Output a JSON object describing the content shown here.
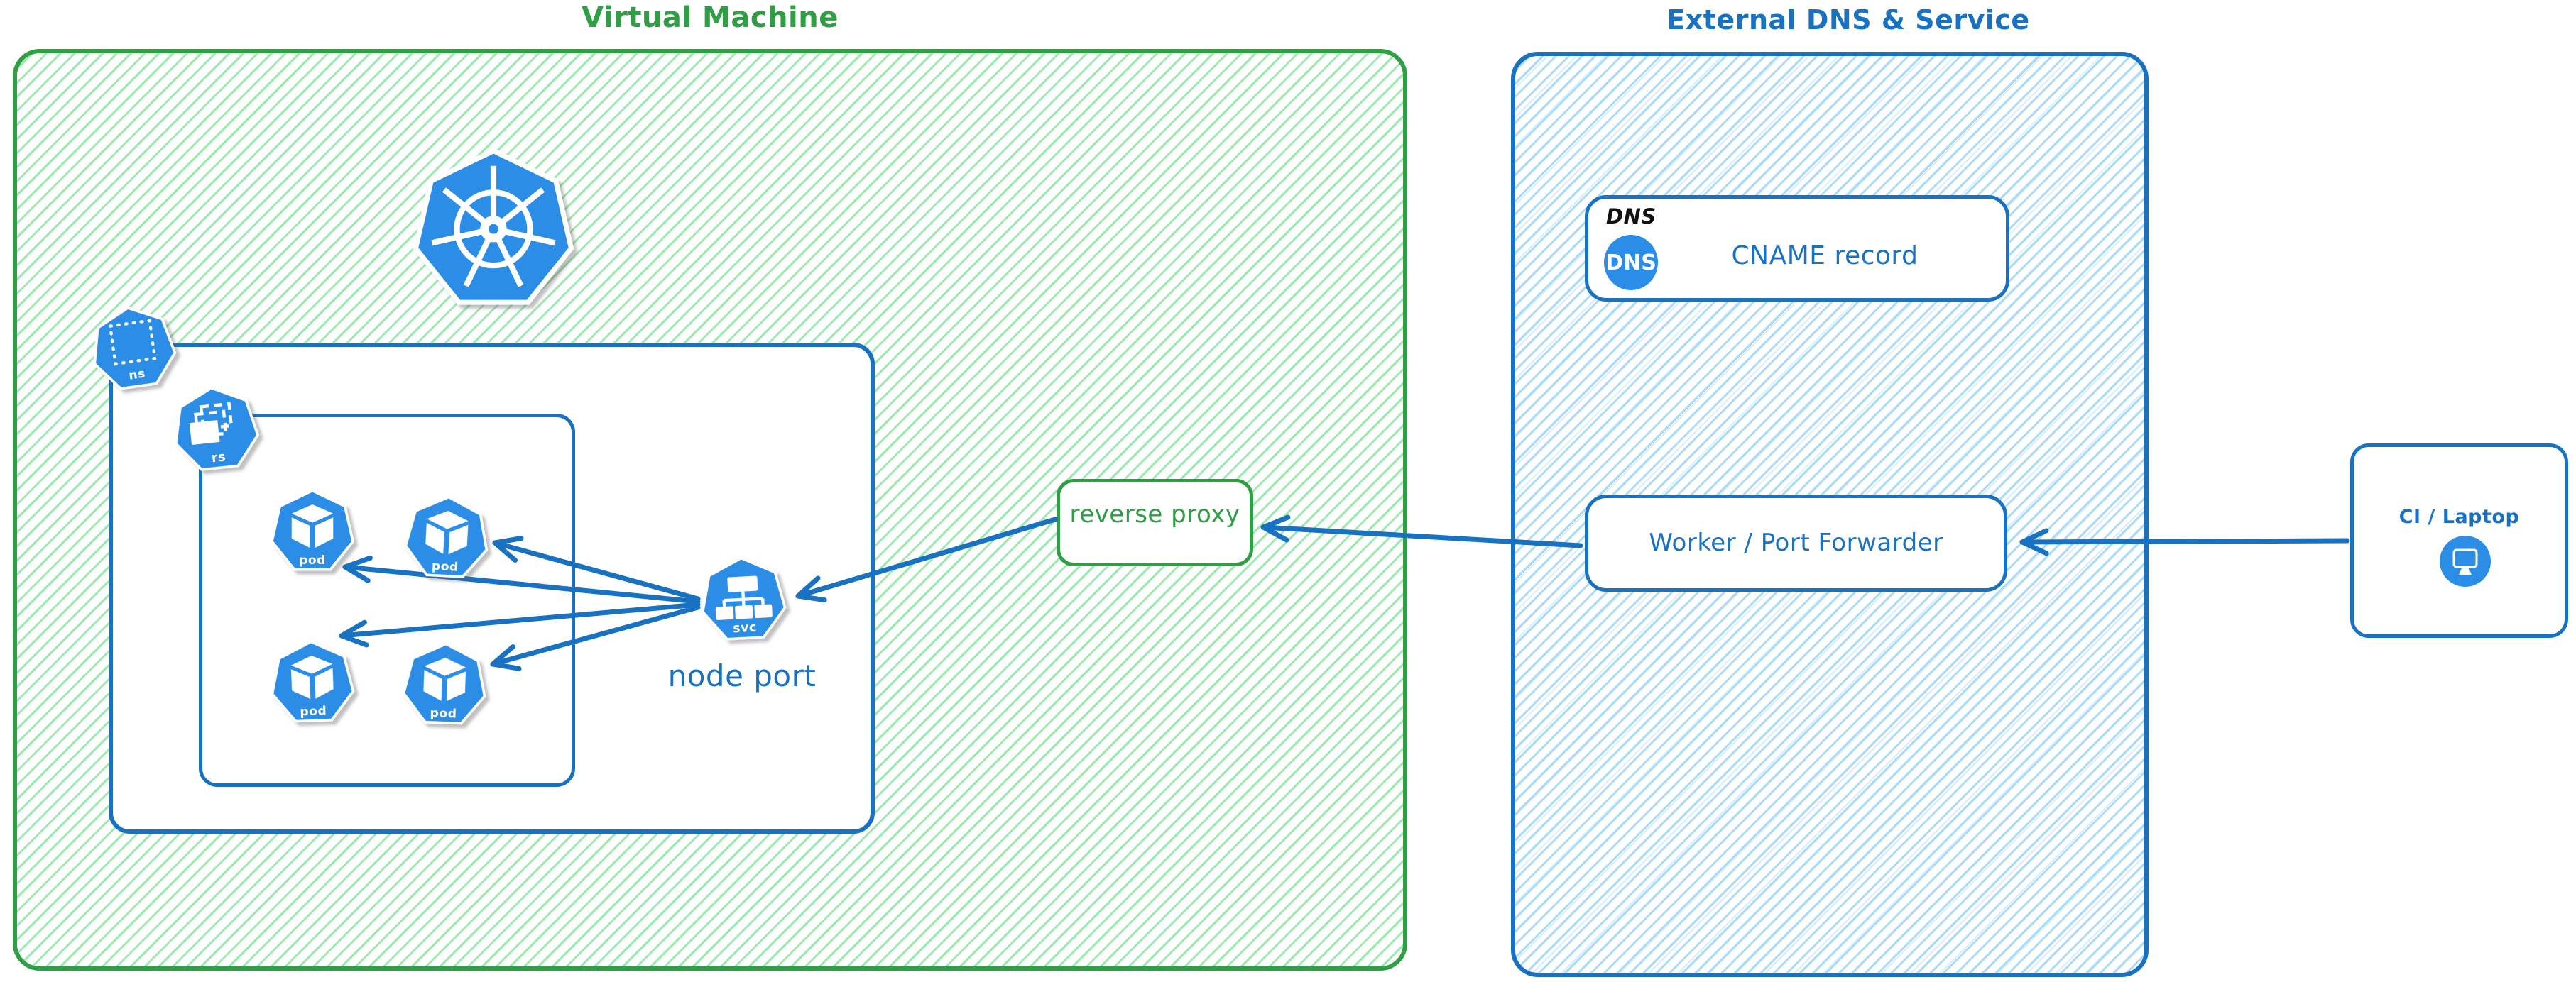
{
  "colors": {
    "green_stroke": "#2f9e44",
    "green_hatch": "#96e8a8",
    "blue_stroke": "#1971c2",
    "blue_hatch": "#a5d8fa",
    "icon_blue_fill": "#2b8de6",
    "black_text": "#111111",
    "white": "#ffffff"
  },
  "vm": {
    "title": "Virtual Machine",
    "kubernetes_icon": "kubernetes-wheel",
    "namespace": {
      "icon_label": "ns"
    },
    "replicaset": {
      "icon_label": "rs"
    },
    "pods": {
      "icon_label": "pod",
      "count": 4
    },
    "service": {
      "icon_label": "svc",
      "caption": "node port"
    }
  },
  "reverse_proxy": {
    "label": "reverse proxy"
  },
  "external": {
    "title": "External DNS & Service",
    "dns_card": {
      "tag": "DNS",
      "badge": "DNS",
      "label": "CNAME record"
    },
    "worker_card": {
      "label": "Worker / Port Forwarder"
    }
  },
  "ci": {
    "label": "CI / Laptop",
    "icon": "monitor"
  },
  "icons": {
    "kubernetes": "kubernetes-wheel-icon",
    "namespace": "ns-heptagon-icon",
    "replicaset": "rs-heptagon-icon",
    "pod": "pod-heptagon-icon",
    "service": "svc-heptagon-icon",
    "dns": "dns-circle-badge",
    "laptop": "monitor-icon"
  }
}
